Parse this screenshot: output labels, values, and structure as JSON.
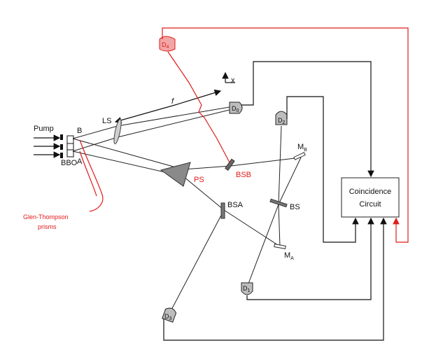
{
  "labels": {
    "pump": "Pump",
    "bbo": "BBO",
    "a": "A",
    "b": "B",
    "ls": "LS",
    "f": "f",
    "x": "x",
    "ps": "PS",
    "bsb": "BSB",
    "bsa": "BSA",
    "bs": "BS",
    "mirror_b": {
      "main": "M",
      "sub": "B"
    },
    "mirror_a": {
      "main": "M",
      "sub": "A"
    },
    "glen_line1": "Glen-Thompson",
    "glen_line2": "prisms"
  },
  "detectors": {
    "d0": {
      "main": "D",
      "sub": "0"
    },
    "d1": {
      "main": "D",
      "sub": "1"
    },
    "d2": {
      "main": "D",
      "sub": "2"
    },
    "d3": {
      "main": "D",
      "sub": "3"
    },
    "d4": {
      "main": "D",
      "sub": "4"
    }
  },
  "coincidence": {
    "line1": "Coincidence",
    "line2": "Circuit"
  },
  "colors": {
    "accent": "#e01b1b",
    "ink": "#111111",
    "optic": "#888888"
  }
}
